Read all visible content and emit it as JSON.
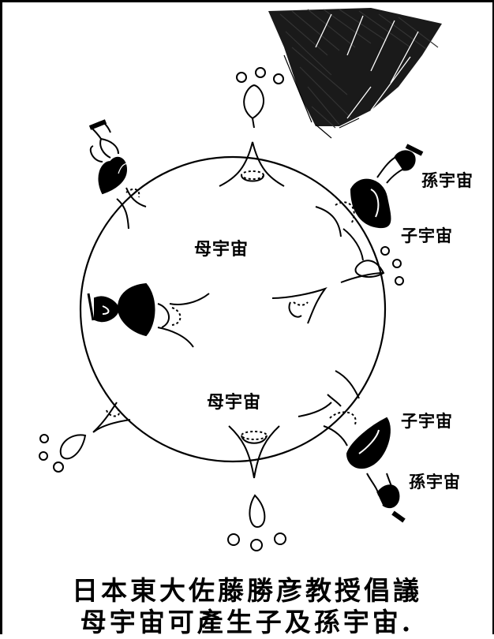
{
  "labels": {
    "mother_universe_top": "母宇宙",
    "mother_universe_bottom": "母宇宙",
    "grandchild_universe_top": "孫宇宙",
    "child_universe_top": "子宇宙",
    "child_universe_bottom": "子宇宙",
    "grandchild_universe_bottom": "孫宇宙"
  },
  "caption": {
    "line1": "日本東大佐藤勝彦教授倡議",
    "line2": "母宇宙可產生子及孫宇宙."
  }
}
